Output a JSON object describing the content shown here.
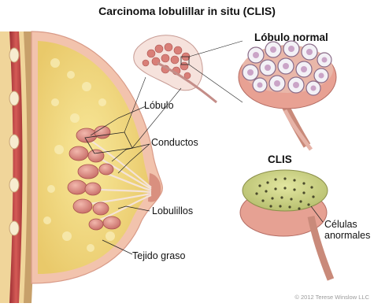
{
  "title": "Carcinoma lobulillar in situ (CLIS)",
  "labels": {
    "lobulo_normal": "Lóbulo normal",
    "lobulo": "Lóbulo",
    "conductos": "Conductos",
    "clis": "CLIS",
    "lobulillos": "Lobulillos",
    "tejido_graso": "Tejido graso",
    "celulas_line1": "Células",
    "celulas_line2": "anormales"
  },
  "credit": "© 2012 Terese Winslow LLC",
  "colors": {
    "fat": "#f3dc7e",
    "skin": "#f3c6b0",
    "muscle": "#c8474a",
    "lobule": "#d78479",
    "duct": "#e8a6a0",
    "abnormal_cells": "#c9d47a"
  }
}
